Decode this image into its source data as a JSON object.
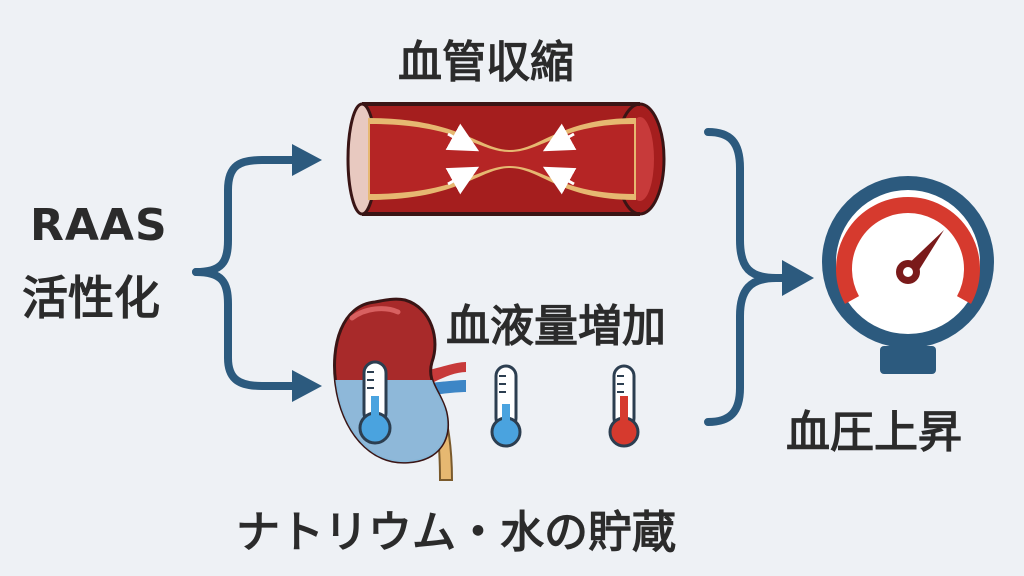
{
  "labels": {
    "raas_line1": "RAAS",
    "raas_line2": "活性化",
    "vasoconstriction": "血管収縮",
    "blood_volume": "血液量増加",
    "bp_rise": "血圧上昇",
    "sodium_water": "ナトリウム・水の貯蔵"
  },
  "colors": {
    "arrow": "#2c5a7e",
    "vessel_wall": "#a51e1e",
    "vessel_inner": "#e6b871",
    "kidney": "#a82a2a",
    "fluid": "#8cc4e8",
    "gauge_ring": "#2c5a7e",
    "gauge_arc": "#d63a2e"
  },
  "icons": [
    "blood-vessel-icon",
    "kidney-icon",
    "thermometer-icon",
    "pressure-gauge-icon",
    "arrow-icon"
  ]
}
